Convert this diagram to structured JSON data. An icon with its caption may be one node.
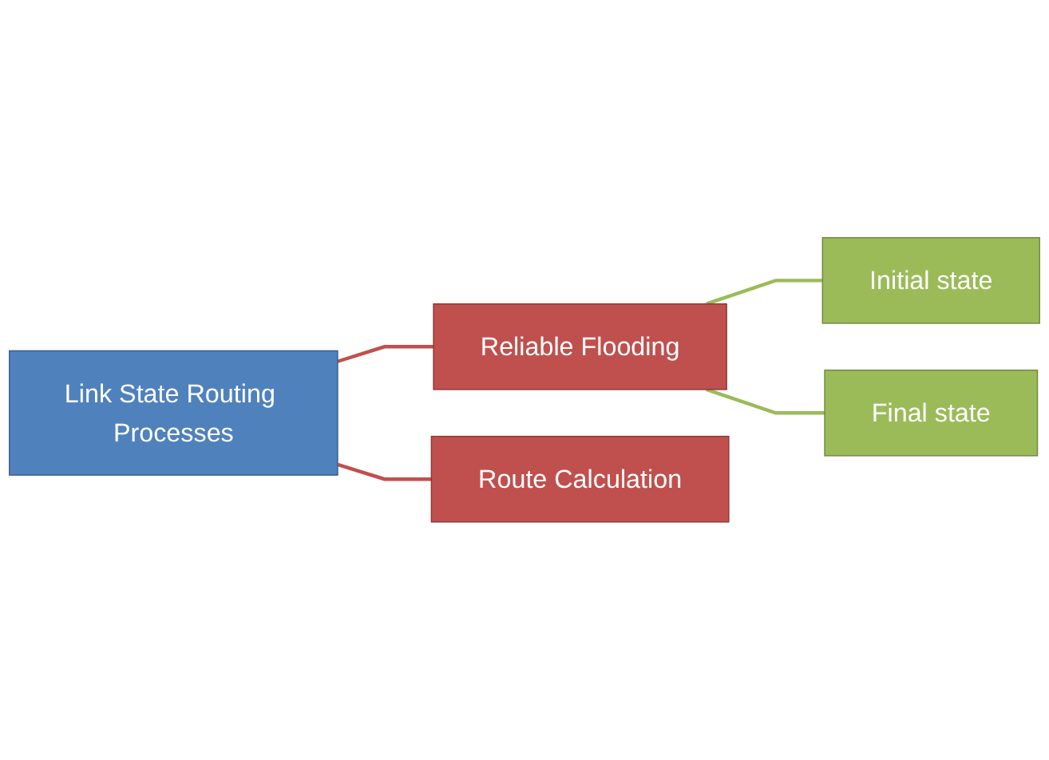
{
  "diagram": {
    "nodes": [
      {
        "text": [
          "Link State Routing Processes"
        ]
      },
      {
        "text": [
          "Reliable Flooding"
        ]
      },
      {
        "text": [
          "Route Calculation"
        ]
      },
      {
        "text": [
          "Initial state"
        ]
      },
      {
        "text": [
          "Final state"
        ]
      }
    ],
    "edges": [
      {
        "from": 0,
        "to": 1,
        "arrow": "none",
        "color": "#c0504d"
      },
      {
        "from": 0,
        "to": 2,
        "arrow": "none",
        "color": "#c0504d"
      },
      {
        "from": 1,
        "to": 3,
        "arrow": "none",
        "color": "#9bbb59"
      },
      {
        "from": 1,
        "to": 4,
        "arrow": "none",
        "color": "#9bbb59"
      }
    ]
  }
}
